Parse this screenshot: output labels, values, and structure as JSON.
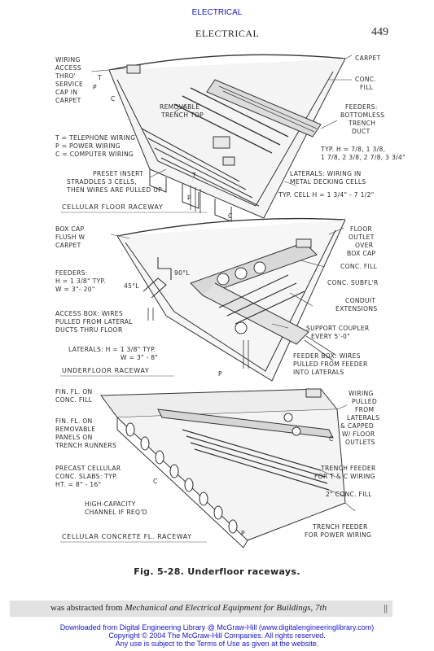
{
  "top_link": "ELECTRICAL",
  "running_head": "ELECTRICAL",
  "page_number": "449",
  "figure": {
    "sections": {
      "cellular_floor": {
        "title": "CELLULAR FLOOR RACEWAY",
        "labels": {
          "wiring_access_1": "WIRING",
          "wiring_access_2": "ACCESS",
          "wiring_access_3": "THRO'",
          "wiring_access_4": "SERVICE",
          "wiring_access_5": "CAP IN",
          "wiring_access_6": "CARPET",
          "carpet": "CARPET",
          "conc_fill_1": "CONC.",
          "conc_fill_2": "FILL",
          "removable_1": "REMOVABLE",
          "removable_2": "TRENCH TOP",
          "feeders_1": "FEEDERS:",
          "feeders_2": "BOTTOMLESS",
          "feeders_3": "TRENCH",
          "feeders_4": "DUCT",
          "legend_t": "T = TELEPHONE WIRING",
          "legend_p": "P = POWER WIRING",
          "legend_c": "C = COMPUTER WIRING",
          "typ_h_1": "TYP. H = 7/8, 1 3/8,",
          "typ_h_2": "1 7/8, 2 3/8, 2 7/8, 3 3/4\"",
          "preset_1": "PRESET INSERT",
          "preset_2": "STRADDLES 3 CELLS,",
          "preset_3": "THEN WIRES ARE PULLED UP",
          "laterals_1": "LATERALS: WIRING IN",
          "laterals_2": "METAL DECKING CELLS",
          "typ_cell": "TYP. CELL H = 1 3/4\" - 7 1/2\"",
          "t": "T",
          "p": "P",
          "c": "C"
        }
      },
      "underfloor": {
        "title": "UNDERFLOOR RACEWAY",
        "labels": {
          "box_cap_1": "BOX CAP",
          "box_cap_2": "FLUSH W",
          "box_cap_3": "CARPET",
          "floor_outlet_1": "FLOOR",
          "floor_outlet_2": "OUTLET",
          "floor_outlet_3": "OVER",
          "floor_outlet_4": "BOX CAP",
          "feeders_1": "FEEDERS:",
          "feeders_2": "H = 1 3/8\" TYP.",
          "feeders_3": "W = 3\"- 20\"",
          "ninety": "90°L",
          "fortyfive": "45°L",
          "conc_fill": "CONC. FILL",
          "conc_subfl": "CONC. SUBFL'R",
          "conduit_1": "CONDUIT",
          "conduit_2": "EXTENSIONS",
          "access_1": "ACCESS BOX: WIRES",
          "access_2": "PULLED FROM LATERAL",
          "access_3": "DUCTS THRU FLOOR",
          "support_1": "SUPPORT COUPLER",
          "support_2": "EVERY 5'-0\"",
          "laterals_1": "LATERALS: H = 1 3/8\" TYP.",
          "laterals_2": "W = 3\" - 8\"",
          "feeder_box_1": "FEEDER BOX: WIRES",
          "feeder_box_2": "PULLED FROM FEEDER",
          "feeder_box_3": "INTO LATERALS",
          "p": "P"
        }
      },
      "cellular_concrete": {
        "title": "CELLULAR CONCRETE FL. RACEWAY",
        "labels": {
          "fin_fl_1": "FIN. FL. ON",
          "fin_fl_2": "CONC. FILL",
          "fin_fl_rem_1": "FIN. FL. ON",
          "fin_fl_rem_2": "REMOVABLE",
          "fin_fl_rem_3": "PANELS ON",
          "fin_fl_rem_4": "TRENCH RUNNERS",
          "wiring_1": "WIRING",
          "wiring_2": "PULLED",
          "wiring_3": "FROM",
          "wiring_4": "LATERALS",
          "wiring_5": "& CAPPED",
          "wiring_6": "W/ FLOOR",
          "wiring_7": "OUTLETS",
          "precast_1": "PRECAST CELLULAR",
          "precast_2": "CONC. SLABS: TYP.",
          "precast_3": "HT. = 8\" - 16\"",
          "trench_tc_1": "TRENCH FEEDER",
          "trench_tc_2": "FOR T & C WIRING",
          "conc_fill": "2\" CONC. FILL",
          "high_cap_1": "HIGH-CAPACITY",
          "high_cap_2": "CHANNEL IF REQ'D",
          "trench_p_1": "TRENCH FEEDER",
          "trench_p_2": "FOR POWER WIRING",
          "c": "C",
          "p": "P"
        }
      }
    }
  },
  "caption": "Fig. 5-28. Underfloor raceways.",
  "source": {
    "prefix": "was abstracted from ",
    "title": "Mechanical and Electrical Equipment for Buildings, 7th",
    "bar_glyph": "||"
  },
  "footer": {
    "line1": "Downloaded from Digital Engineering Library @ McGraw-Hill (www.digitalengineeringlibrary.com)",
    "line2": "Copyright © 2004 The McGraw-Hill Companies. All rights reserved.",
    "line3": "Any use is subject to the Terms of Use as given at the website."
  }
}
